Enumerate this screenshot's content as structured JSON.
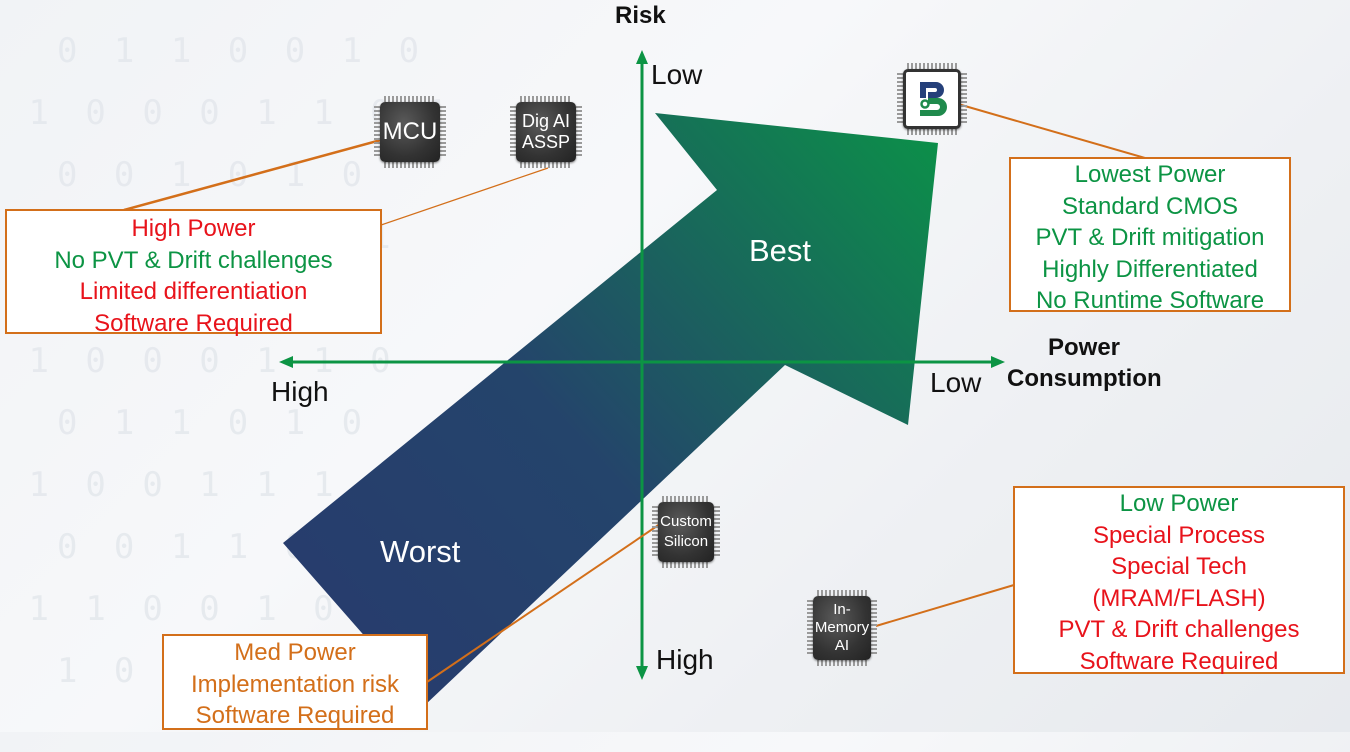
{
  "axes": {
    "vertical_title": "Risk",
    "vertical_top_label": "Low",
    "vertical_bottom_label": "High",
    "horizontal_title_line1": "Power",
    "horizontal_title_line2": "Consumption",
    "horizontal_left_label": "High",
    "horizontal_right_label": "Low"
  },
  "arrow": {
    "start_label": "Worst",
    "end_label": "Best",
    "gradient_start_color": "#283a6e",
    "gradient_end_color": "#0b9248"
  },
  "colors": {
    "axis": "#0c9444",
    "connector": "#d36f1a",
    "red": "#e8131b",
    "green": "#0c9444",
    "orange": "#d36f1a"
  },
  "chips": [
    {
      "id": "mcu",
      "label_lines": [
        "MCU"
      ]
    },
    {
      "id": "dig-ai-assp",
      "label_lines": [
        "Dig AI",
        "ASSP"
      ]
    },
    {
      "id": "brand-logo",
      "label_lines": []
    },
    {
      "id": "custom-silicon",
      "label_lines": [
        "Custom",
        "Silicon"
      ]
    },
    {
      "id": "in-memory-ai",
      "label_lines": [
        "In-",
        "Memory",
        "AI"
      ]
    }
  ],
  "callouts": {
    "mcu_assp": [
      {
        "text": "High Power",
        "tone": "red"
      },
      {
        "text": "No PVT & Drift challenges",
        "tone": "green"
      },
      {
        "text": "Limited differentiation",
        "tone": "red"
      },
      {
        "text": "Software Required",
        "tone": "red"
      }
    ],
    "brand": [
      {
        "text": "Lowest Power",
        "tone": "green"
      },
      {
        "text": "Standard CMOS",
        "tone": "green"
      },
      {
        "text": "PVT & Drift mitigation",
        "tone": "green"
      },
      {
        "text": "Highly Differentiated",
        "tone": "green"
      },
      {
        "text": "No Runtime Software",
        "tone": "green"
      }
    ],
    "in_memory": [
      {
        "text": "Low Power",
        "tone": "green"
      },
      {
        "text": "Special Process",
        "tone": "red"
      },
      {
        "text": "Special Tech",
        "tone": "red"
      },
      {
        "text": "(MRAM/FLASH)",
        "tone": "red"
      },
      {
        "text": "PVT & Drift challenges",
        "tone": "red"
      },
      {
        "text": "Software Required",
        "tone": "red"
      }
    ],
    "custom": [
      {
        "text": "Med Power",
        "tone": "orange"
      },
      {
        "text": "Implementation risk",
        "tone": "orange"
      },
      {
        "text": "Software Required",
        "tone": "orange"
      }
    ]
  },
  "background_digits": "  0 1 1 0 0 1 0\n 1 0 0 0 1 1 0 1\n  0 0 1 0 1 0\n 1 1 0 1 0 0 1\n  0 1 0 1 1\n 1 0 0 0 1 1 0\n  0 1 1 0 1 0\n 1 0 0 1 1 1\n  0 0 1 1 0 1\n 1 1 0 0 1 0 1\n  1 0 0 1"
}
